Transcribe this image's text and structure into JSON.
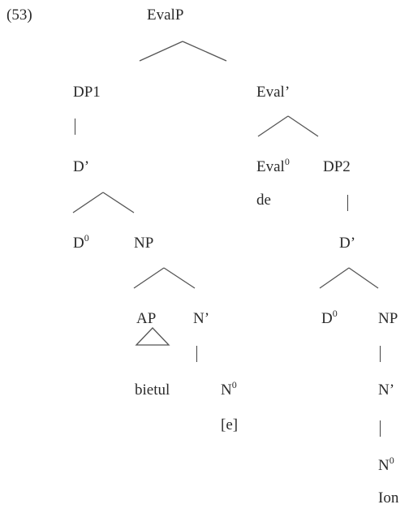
{
  "example_number": "(53)",
  "nodes": {
    "evalp": "EvalP",
    "dp1": "DP1",
    "eval_bar": "Eval’",
    "d_bar_1": "D’",
    "eval0": {
      "base": "Eval",
      "sup": "0"
    },
    "dp2": "DP2",
    "de": "de",
    "d0_1": {
      "base": "D",
      "sup": "0"
    },
    "np_1": "NP",
    "d_bar_2": "D’",
    "ap": "AP",
    "n_bar_1": "N’",
    "d0_2": {
      "base": "D",
      "sup": "0"
    },
    "np_2": "NP",
    "bietul": "bietul",
    "n0_1": {
      "base": "N",
      "sup": "0"
    },
    "n_bar_2": "N’",
    "empty": "[e]",
    "n0_2": {
      "base": "N",
      "sup": "0"
    },
    "ion": "Ion"
  }
}
